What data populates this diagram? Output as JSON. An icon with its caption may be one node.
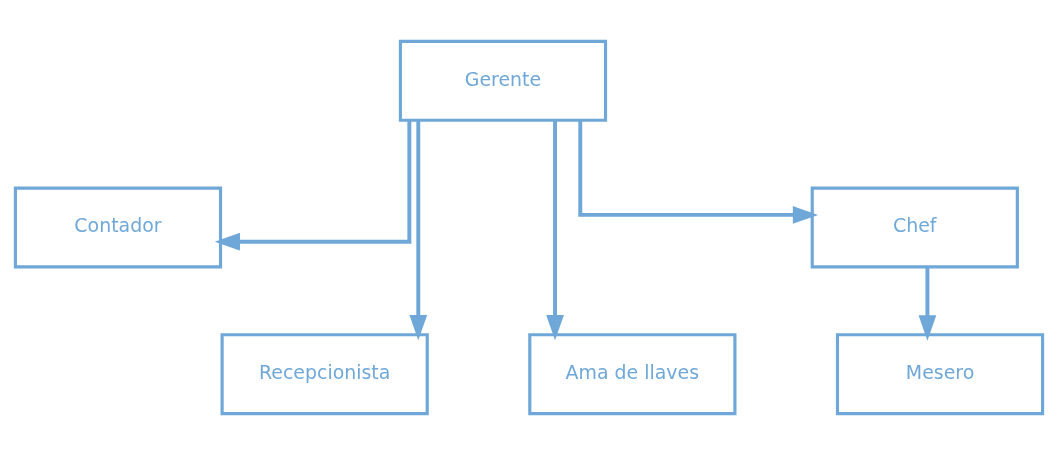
{
  "diagram": {
    "nodes": [
      {
        "text": [
          "Gerente"
        ]
      },
      {
        "text": [
          "Contador"
        ]
      },
      {
        "text": [
          "Recepcionista"
        ]
      },
      {
        "text": [
          "Ama de llaves"
        ]
      },
      {
        "text": [
          "Chef"
        ]
      },
      {
        "text": [
          "Mesero"
        ]
      }
    ],
    "edges": [
      {
        "from": 0,
        "to": 1,
        "arrow": "to"
      },
      {
        "from": 0,
        "to": 2,
        "arrow": "to"
      },
      {
        "from": 0,
        "to": 3,
        "arrow": "to"
      },
      {
        "from": 0,
        "to": 4,
        "arrow": "to"
      },
      {
        "from": 4,
        "to": 5,
        "arrow": "to"
      }
    ]
  }
}
